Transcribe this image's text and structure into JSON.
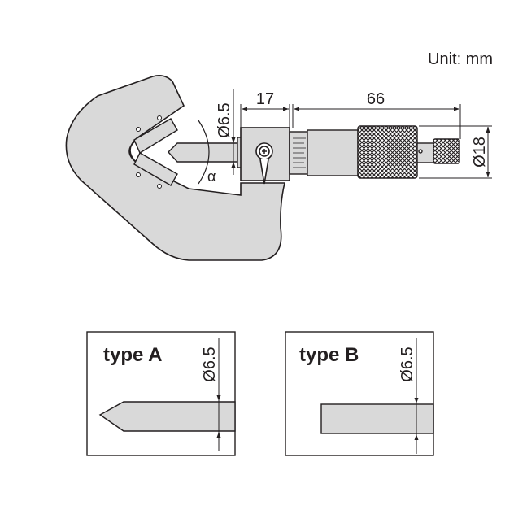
{
  "unit_label": "Unit: mm",
  "main_drawing": {
    "anvil_diameter": "Ø6.5",
    "head_length": "17",
    "thimble_length": "66",
    "thimble_diameter": "Ø18",
    "angle_symbol": "α"
  },
  "type_a": {
    "title": "type A",
    "diameter": "Ø6.5"
  },
  "type_b": {
    "title": "type B",
    "diameter": "Ø6.5"
  },
  "colors": {
    "body_fill": "#d9d9d9",
    "line": "#231f20",
    "background": "#ffffff"
  }
}
